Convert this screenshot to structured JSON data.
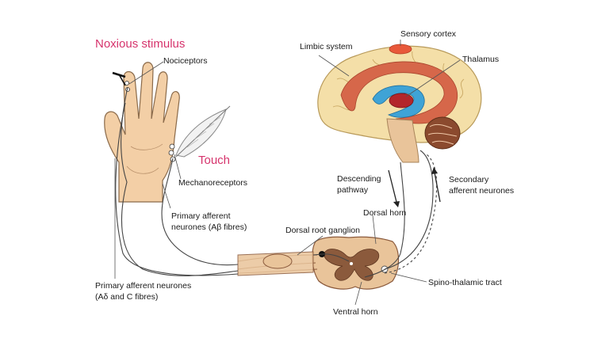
{
  "labels": {
    "noxious_stimulus": "Noxious stimulus",
    "nociceptors": "Nociceptors",
    "touch": "Touch",
    "mechanoreceptors": "Mechanoreceptors",
    "primary_ab_line1": "Primary afferent",
    "primary_ab_line2": "neurones (Aβ fibres)",
    "primary_ad_line1": "Primary afferent neurones",
    "primary_ad_line2": "(Aδ and C fibres)",
    "limbic_system": "Limbic system",
    "sensory_cortex": "Sensory cortex",
    "thalamus": "Thalamus",
    "descending_line1": "Descending",
    "descending_line2": "pathway",
    "secondary_line1": "Secondary",
    "secondary_line2": "afferent neurones",
    "dorsal_horn": "Dorsal horn",
    "dorsal_root_ganglion": "Dorsal root ganglion",
    "spino_thalamic_tract": "Spino-thalamic tract",
    "ventral_horn": "Ventral horn"
  },
  "colors": {
    "header_accent": "#d6336c",
    "skin": "#f3cfa6",
    "skin_outline": "#8a6a4a",
    "brain": "#f4dfa8",
    "cortex_red": "#d6674a",
    "thalamus_blue": "#3fa3d6",
    "cord_brown": "#8b5a3c",
    "cord_tan": "#e9c49a"
  }
}
